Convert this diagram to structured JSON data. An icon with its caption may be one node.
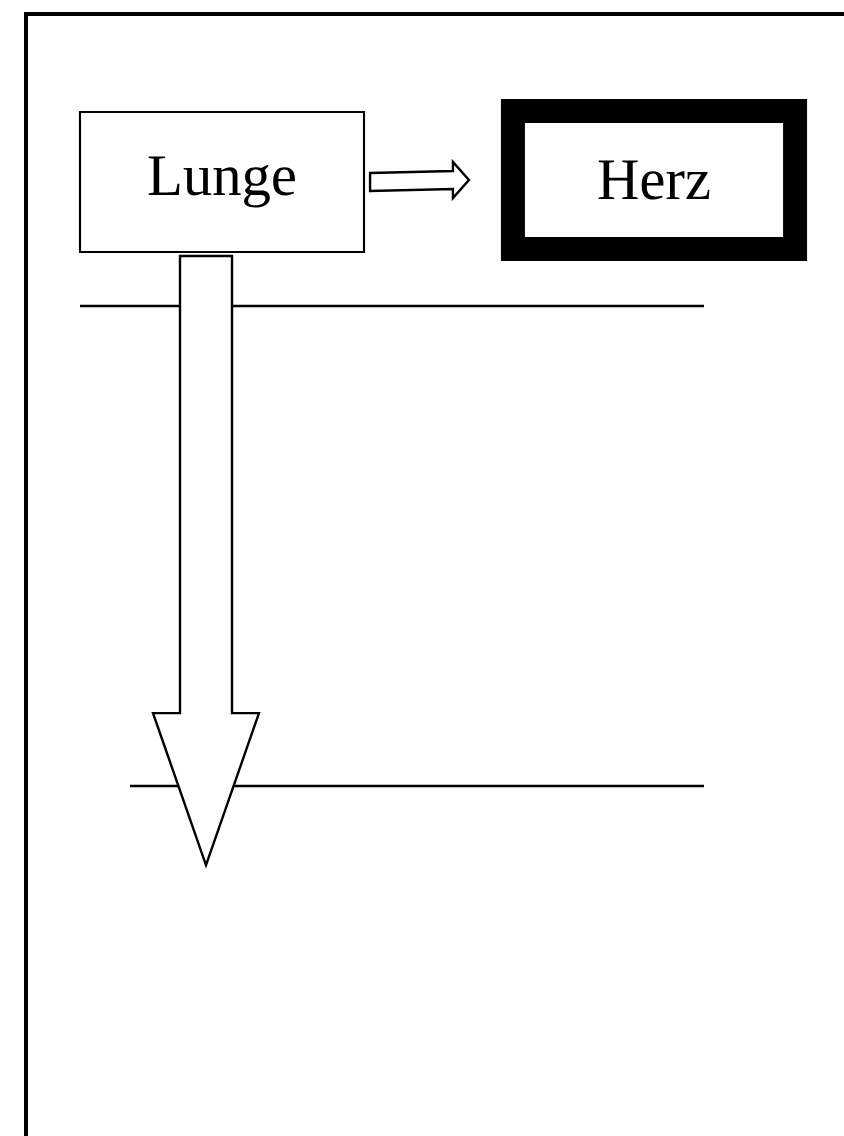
{
  "diagram": {
    "nodes": [
      {
        "text": [
          "Lunge"
        ]
      },
      {
        "text": [
          "Herz"
        ]
      }
    ],
    "edges": [
      {
        "from": 0,
        "to": 1,
        "arrow": "to"
      },
      {
        "from": 0,
        "to": null,
        "arrow": "to"
      }
    ]
  }
}
